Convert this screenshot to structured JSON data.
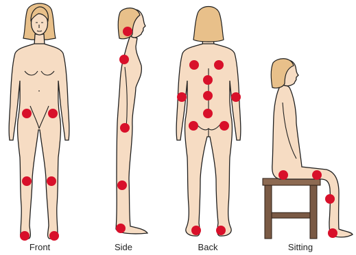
{
  "labels": {
    "front": "Front",
    "side": "Side",
    "back": "Back",
    "sitting": "Sitting"
  },
  "colors": {
    "skin": "#f6dcc3",
    "hair": "#e8c08a",
    "spot": "#d8102a",
    "chair": "#7a5a45"
  }
}
